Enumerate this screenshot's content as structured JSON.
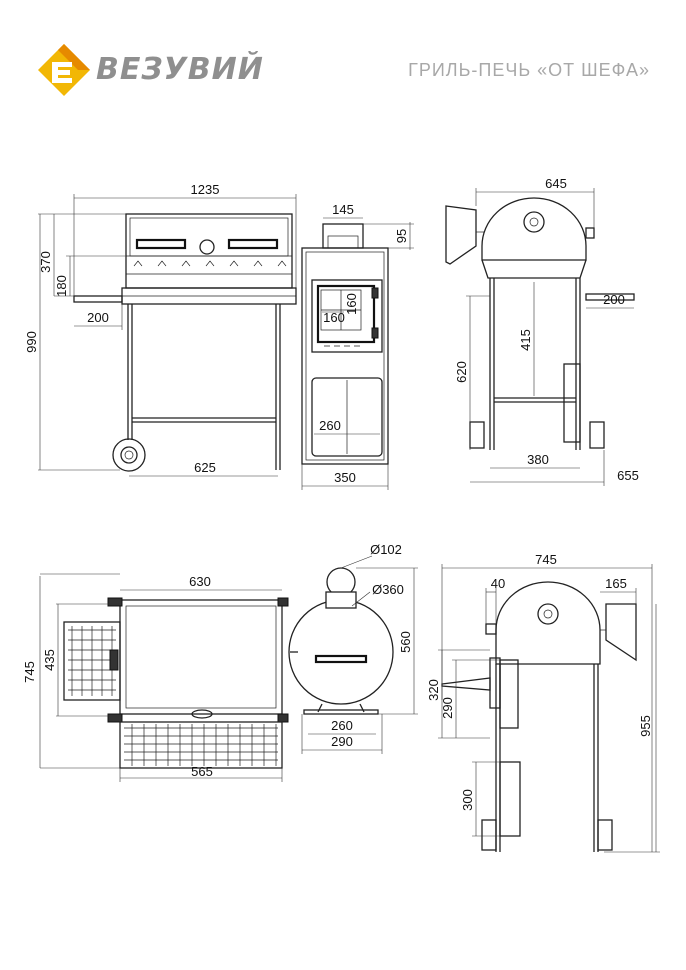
{
  "header": {
    "brand_name": "ВЕЗУВИЙ",
    "product_title": "ГРИЛЬ-ПЕЧЬ «ОТ ШЕФА»",
    "logo_colors": {
      "gold": "#f2b705",
      "orange": "#e68a00",
      "gray": "#8f8f8f"
    }
  },
  "views": {
    "front": {
      "overall_width": "1235",
      "lid_height": "370",
      "grate_height": "180",
      "total_height": "990",
      "side_shelf": "200",
      "wheelbase": "625"
    },
    "oven_front": {
      "chimney_width": "145",
      "chimney_height": "95",
      "firebox_width": "160",
      "firebox_height": "160",
      "ash_box_width": "260",
      "body_width": "350"
    },
    "side_right": {
      "overall_width": "645",
      "shelf": "200",
      "inner_height": "415",
      "leg_height": "620",
      "base_width": "380",
      "total_depth": "655"
    },
    "top": {
      "grill_width": "630",
      "depth_total": "745",
      "depth_inner": "435",
      "shelf_width": "565",
      "chimney_diameter": "Ø102",
      "drum_diameter": "Ø360",
      "drum_height": "560",
      "leg_inner": "260",
      "leg_outer": "290"
    },
    "side_left": {
      "overall_width": "745",
      "handle_offset": "40",
      "chimney_offset": "165",
      "shelf_height": "320",
      "shelf_inner": "290",
      "lower_box": "300",
      "total_height": "955"
    }
  }
}
